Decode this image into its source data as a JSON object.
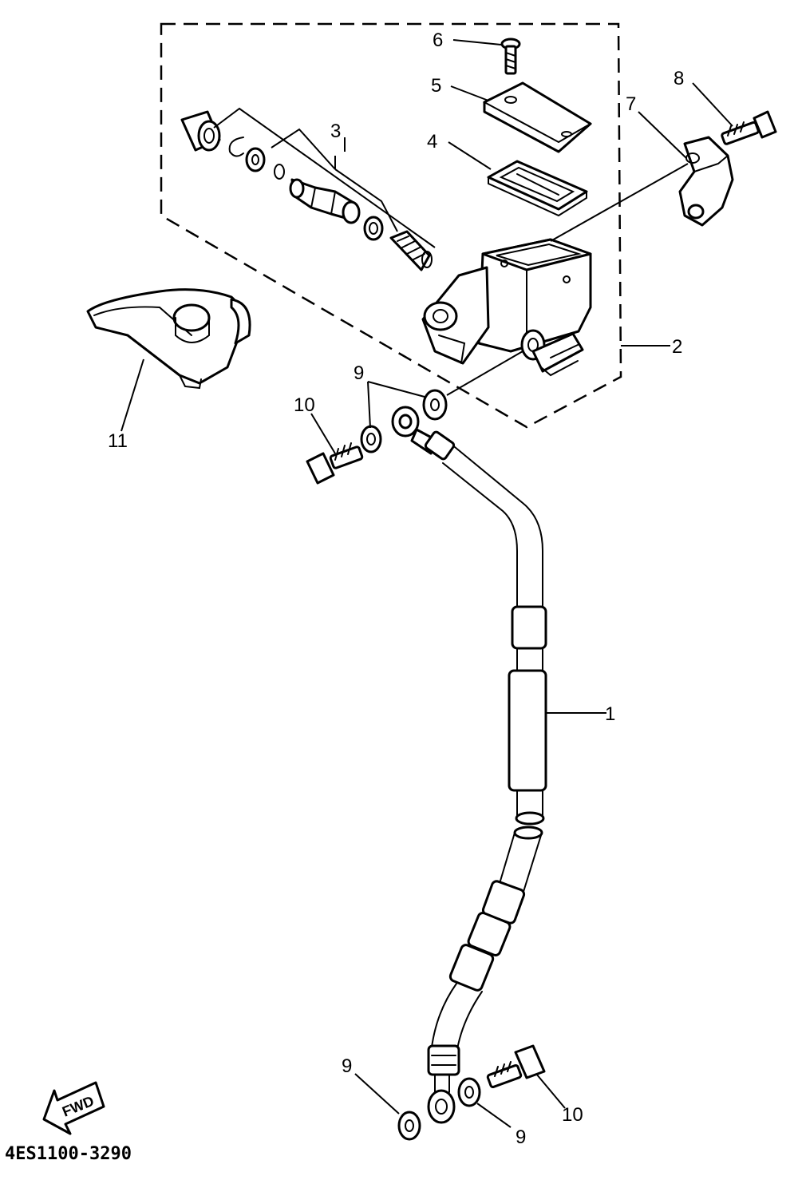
{
  "labels": {
    "p1": "1",
    "p2": "2",
    "p3": "3",
    "p4": "4",
    "p5": "5",
    "p6": "6",
    "p7": "7",
    "p8": "8",
    "p9a": "9",
    "p9b": "9",
    "p9c": "9",
    "p10a": "10",
    "p10b": "10",
    "p11": "11"
  },
  "fwd_label": "FWD",
  "diagram_code": "4ES1100-3290"
}
